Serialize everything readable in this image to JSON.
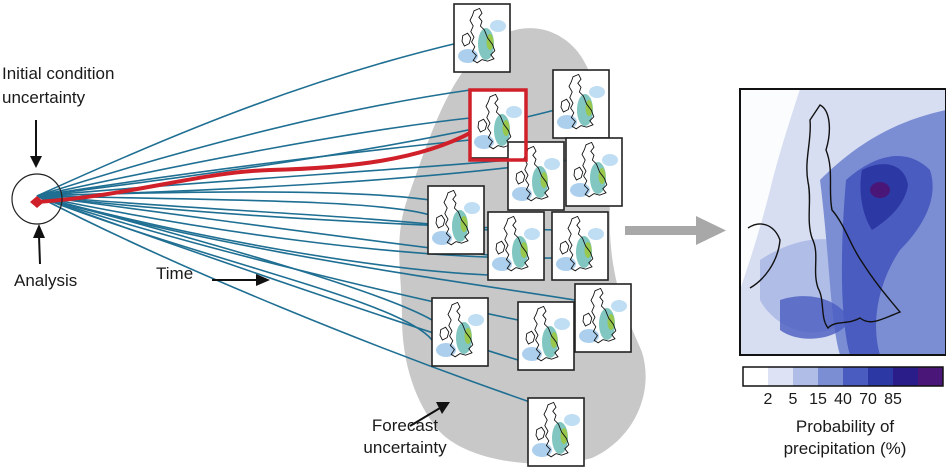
{
  "labels": {
    "initial_line1": "Initial condition",
    "initial_line2": "uncertainty",
    "analysis": "Analysis",
    "time": "Time",
    "forecast_line1": "Forecast",
    "forecast_line2": "uncertainty",
    "legend_line1": "Probability of",
    "legend_line2": "precipitation (%)"
  },
  "legend": {
    "ticks": [
      "2",
      "5",
      "15",
      "40",
      "70",
      "85"
    ],
    "colors": [
      "#ffffff",
      "#dde3f4",
      "#b0bde6",
      "#7b8ed4",
      "#4a5cc0",
      "#2c38a4",
      "#2a1d8a",
      "#4a1778"
    ]
  },
  "colors": {
    "trajectory": "#1f6f93",
    "analysis_trajectory": "#d0202a",
    "uncertainty_region": "#c8c8c8",
    "arrow_gray": "#a8a8a8"
  }
}
